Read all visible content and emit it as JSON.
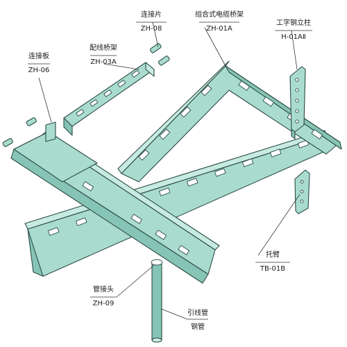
{
  "labels": {
    "connector_piece": {
      "name": "连接片",
      "code": "ZH-08"
    },
    "combined_tray": {
      "name": "组合式电缆桥架",
      "code": "ZH-01A"
    },
    "i_beam_column": {
      "name": "工字钢立柱",
      "code": "H-01AⅡ"
    },
    "wiring_tray": {
      "name": "配线桥架",
      "code": "ZH-03A"
    },
    "connector_plate": {
      "name": "连接板",
      "code": "ZH-06"
    },
    "bracket": {
      "name": "托臂",
      "code": "TB-01B"
    },
    "pipe_joint": {
      "name": "管接头",
      "code": "ZH-09"
    },
    "lead_pipe": {
      "name": "引线管",
      "code": "钢管"
    }
  },
  "colors": {
    "tray_fill": "#a9dccf",
    "tray_shade": "#86c4b5",
    "tray_highlight": "#c7ebe1",
    "outline": "#2b4a44"
  }
}
